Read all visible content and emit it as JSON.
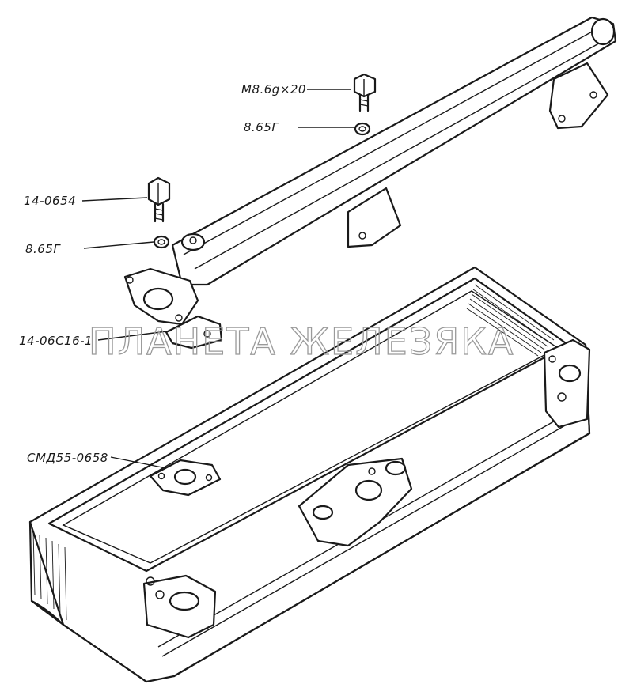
{
  "labels": {
    "bolt": "M8.6g×20",
    "washer_top": "8.65Г",
    "stud": "14-0654",
    "washer_left": "8.65Г",
    "pipe": "14-06С16-1",
    "gasket": "СМД55-0658"
  },
  "watermark": "ПЛАНЕТА ЖЕЛЕЗЯКА"
}
